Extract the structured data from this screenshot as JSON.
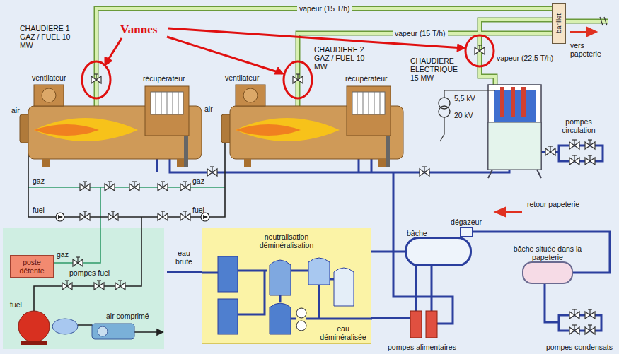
{
  "diagram": {
    "nodes": [
      {
        "text": [
          "barillet"
        ]
      },
      {
        "text": [
          "poste détente"
        ]
      },
      {
        "text": [
          "neutralisation déminéralisation"
        ]
      },
      {
        "text": [
          "dégazeur"
        ]
      },
      {
        "text": [
          "bâche"
        ]
      },
      {
        "text": [
          "bâche située dans la papeterie"
        ]
      }
    ],
    "edges": [
      {
        "from": 2,
        "to": 4,
        "arrow": "none"
      },
      {
        "from": 5,
        "to": 3,
        "arrow": "none"
      }
    ],
    "labels": [
      "vapeur (15 T/h)",
      "vapeur (15 T/h)",
      "vapeur (22,5 T/h)",
      "vers papeterie",
      "CHAUDIERE 1 GAZ / FUEL 10 MW",
      "Vannes",
      "CHAUDIERE 2 GAZ / FUEL 10 MW",
      "CHAUDIERE ELECTRIQUE 15 MW",
      "ventilateur",
      "récupérateur",
      "ventilateur",
      "récupérateur",
      "air",
      "air",
      "5,5 kV",
      "20 kV",
      "pompes circulation",
      "gaz",
      "gaz",
      "fuel",
      "fuel",
      "gaz",
      "pompes fuel",
      "fuel",
      "air comprimé",
      "eau brute",
      "eau déminéralisée",
      "retour papeterie",
      "pompes alimentaires",
      "pompes condensats"
    ]
  }
}
